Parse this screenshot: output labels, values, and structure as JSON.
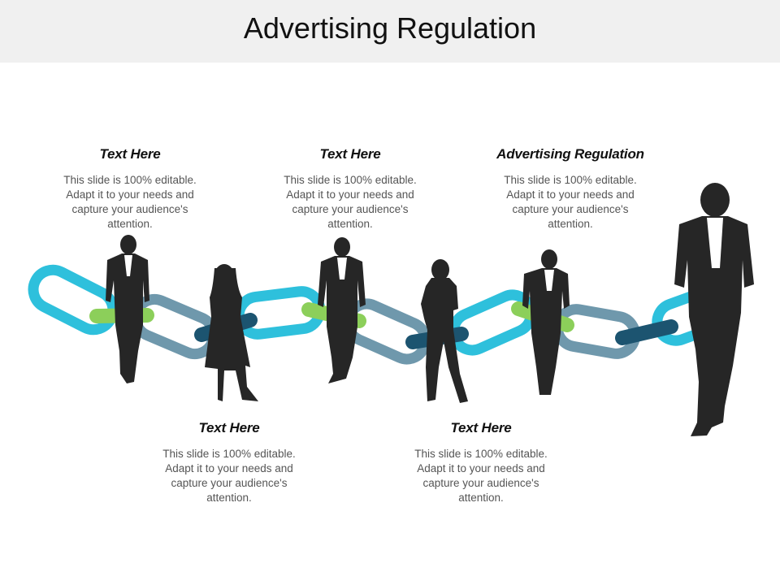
{
  "title": "Advertising Regulation",
  "labels": [
    {
      "heading": "Text Here",
      "body": "This slide is 100% editable. Adapt it to your needs and capture your audience's attention."
    },
    {
      "heading": "Text Here",
      "body": "This slide is 100% editable. Adapt it to your needs and capture your audience's attention."
    },
    {
      "heading": "Advertising Regulation",
      "body": "This slide is 100% editable. Adapt it to your needs and capture your audience's attention."
    },
    {
      "heading": "Text Here",
      "body": "This slide is 100% editable. Adapt it to your needs and capture your audience's attention."
    },
    {
      "heading": "Text Here",
      "body": "This slide is 100% editable. Adapt it to your needs and capture your audience's attention."
    }
  ],
  "colors": {
    "cyan_link": "#2ec0dc",
    "steel_link": "#6f98ac",
    "green_link": "#8ccf5a",
    "navy_link": "#1c5470",
    "silhouette": "#262626"
  }
}
